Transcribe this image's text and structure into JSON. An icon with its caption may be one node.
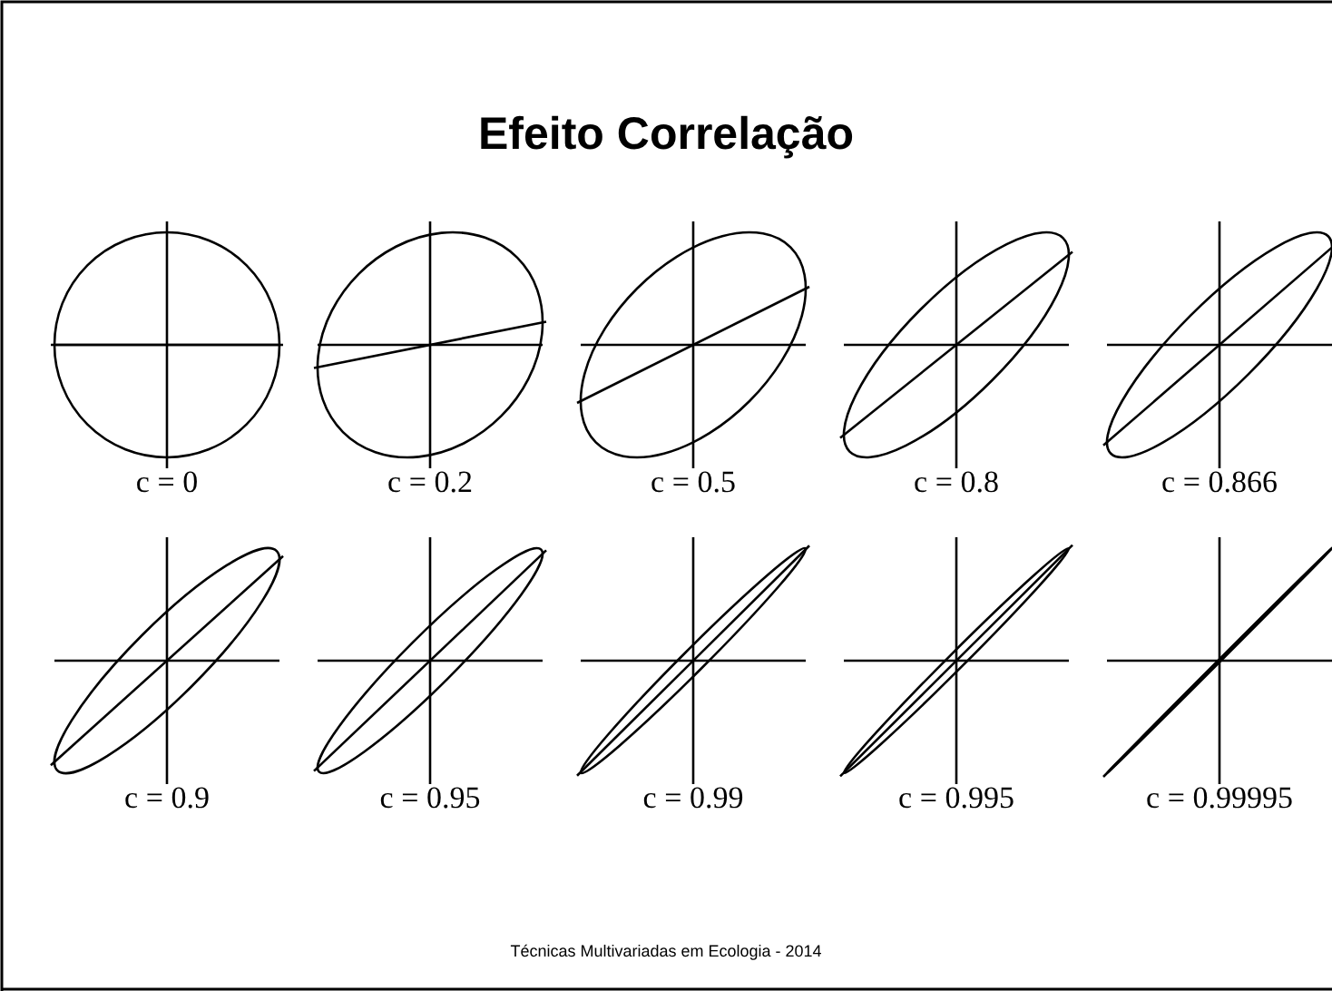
{
  "diagram": {
    "title": "Efeito Correlação",
    "labels": [
      "c = 0",
      "c = 0.2",
      "c = 0.5",
      "c = 0.8",
      "c = 0.866",
      "c = 0.9",
      "c = 0.95",
      "c = 0.99",
      "c = 0.995",
      "c = 0.99995",
      "Técnicas Multivariadas em Ecologia - 2014"
    ]
  }
}
